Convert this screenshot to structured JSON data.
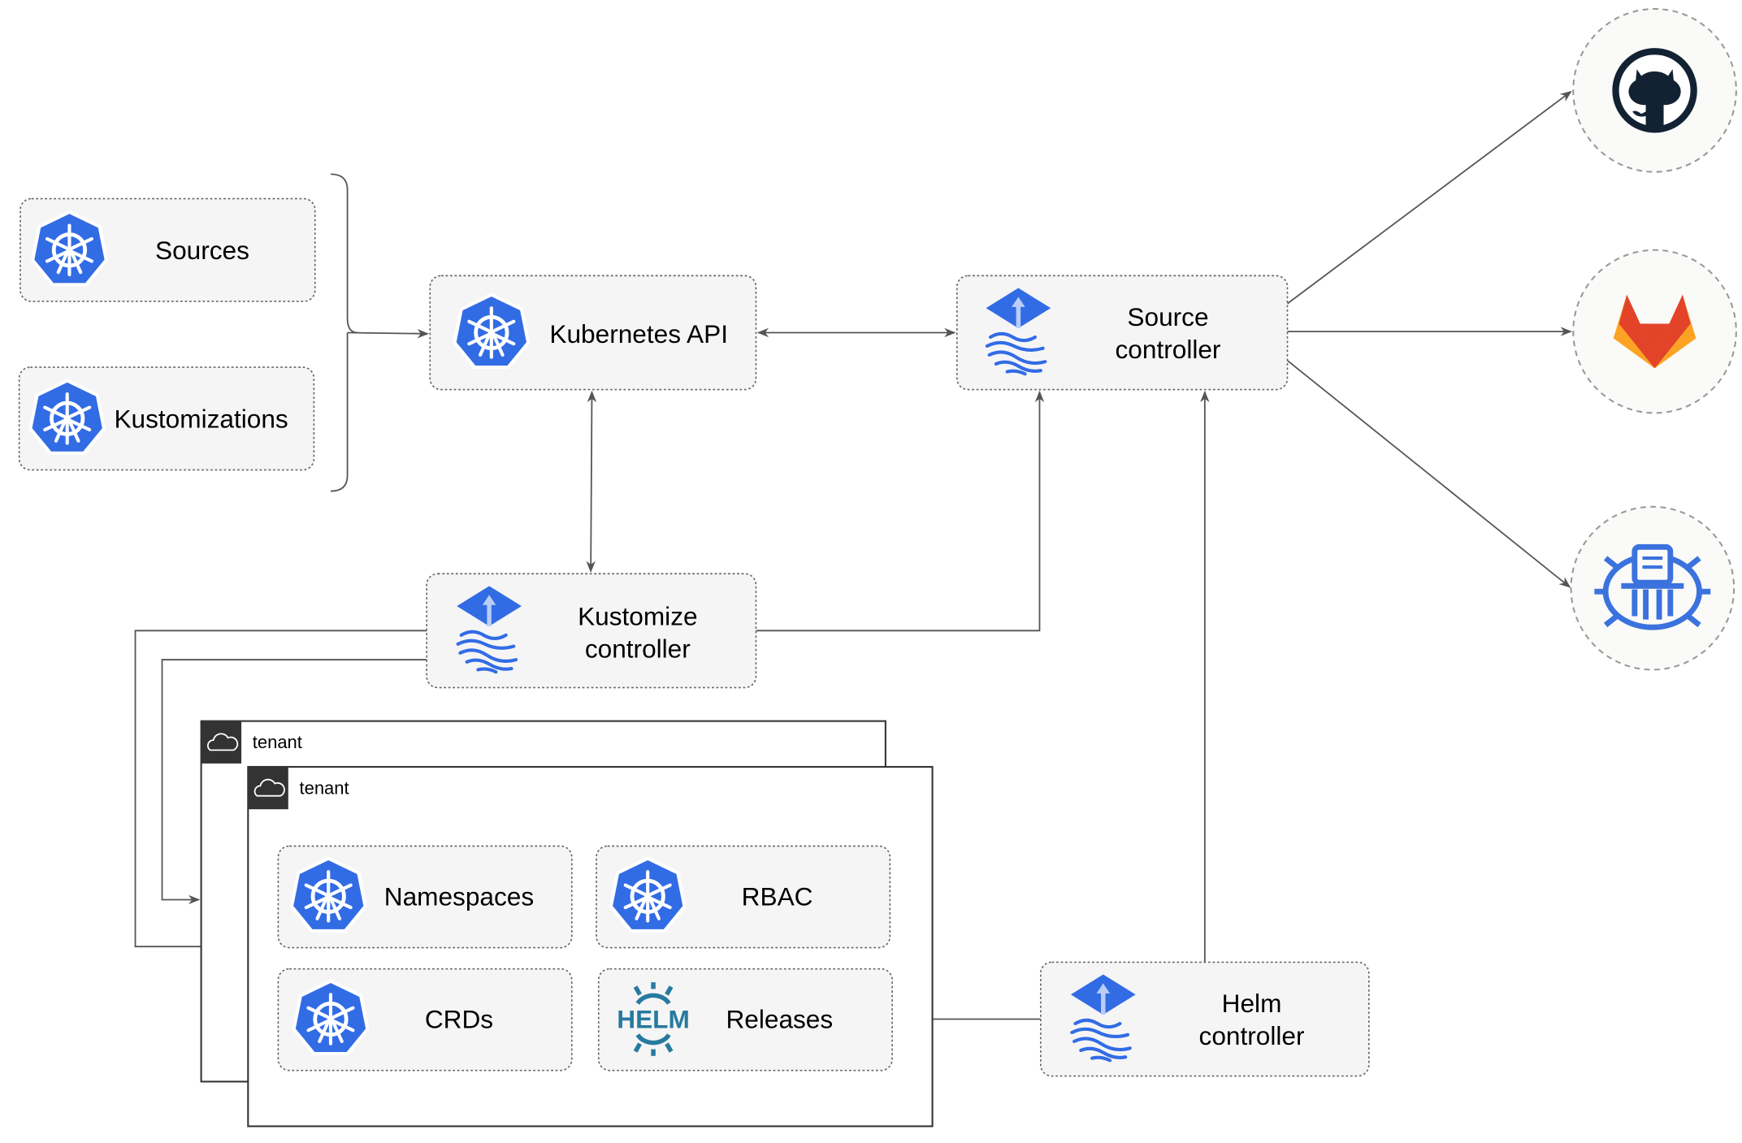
{
  "resources": {
    "sources": "Sources",
    "kustomizations": "Kustomizations"
  },
  "kubernetes_api": "Kubernetes API",
  "source_controller": {
    "line1": "Source",
    "line2": "controller"
  },
  "kustomize_controller": {
    "line1": "Kustomize",
    "line2": "controller"
  },
  "helm_controller": {
    "line1": "Helm",
    "line2": "controller"
  },
  "tenants": [
    {
      "label": "tenant"
    },
    {
      "label": "tenant"
    }
  ],
  "tenant_resources": {
    "namespaces": "Namespaces",
    "rbac": "RBAC",
    "crds": "CRDs",
    "releases": "Releases",
    "helm_logo_text": "HELM"
  },
  "external_sources": [
    {
      "icon": "github-icon"
    },
    {
      "icon": "gitlab-icon"
    },
    {
      "icon": "helm-repository-icon"
    }
  ],
  "colors": {
    "kubernetes_blue": "#326ce5",
    "helm_teal": "#277a9f",
    "github_dark": "#122233",
    "gitlab_orange": "#e24329",
    "gitlab_light": "#fca326",
    "edge": "#555555"
  }
}
